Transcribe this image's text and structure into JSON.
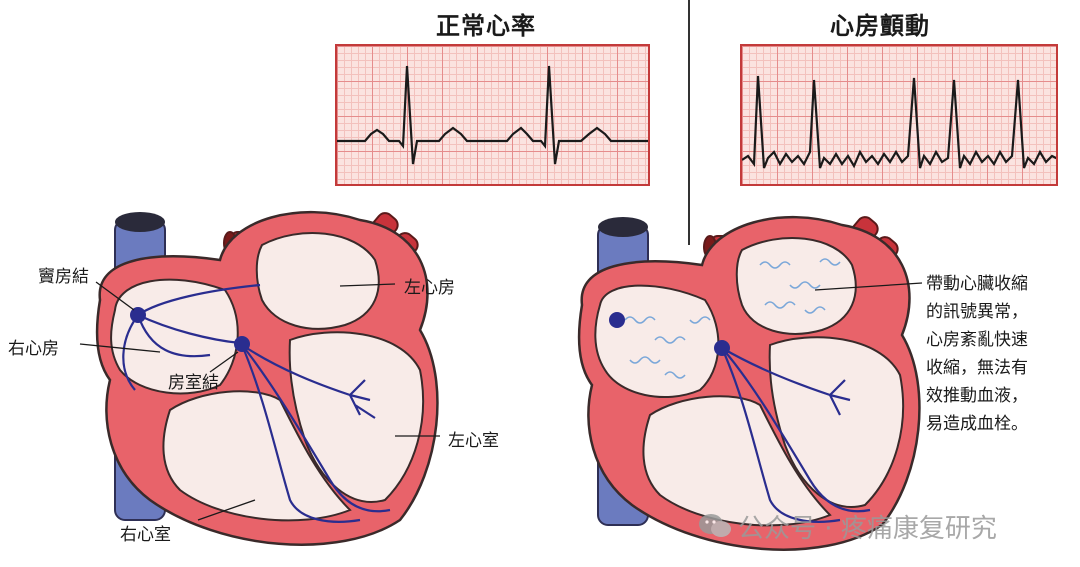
{
  "normal": {
    "title": "正常心率",
    "labels": {
      "sa_node": "竇房結",
      "right_atrium": "右心房",
      "av_node": "房室結",
      "left_atrium": "左心房",
      "left_ventricle": "左心室",
      "right_ventricle": "右心室"
    }
  },
  "afib": {
    "title": "心房顫動",
    "note_lines": [
      "帶動心臟收縮",
      "的訊號異常，",
      "心房紊亂快速",
      "收縮，無法有",
      "效推動血液，",
      "易造成血栓。"
    ]
  },
  "watermark": {
    "prefix": "公众号",
    "separator": "·",
    "name": "疼痛康复研究"
  },
  "colors": {
    "heart_wall": "#e8636a",
    "heart_outline": "#3a2a2a",
    "chamber_fill": "#f8ebe8",
    "vessel_blue": "#6b7bbf",
    "aorta_red": "#c8333b",
    "conduction": "#2a2d8f",
    "ecg_grid_bg": "#fbe3e0",
    "ecg_border": "#c33a3a"
  }
}
